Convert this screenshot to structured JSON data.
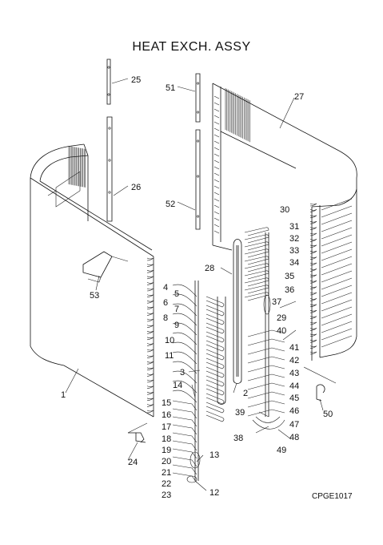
{
  "diagram": {
    "title": "HEAT EXCH. ASSY",
    "code": "CPGE1017",
    "callouts": [
      "1",
      "2",
      "3",
      "4",
      "5",
      "6",
      "7",
      "8",
      "9",
      "10",
      "11",
      "12",
      "13",
      "14",
      "15",
      "16",
      "17",
      "18",
      "19",
      "20",
      "21",
      "22",
      "23",
      "24",
      "25",
      "26",
      "27",
      "28",
      "29",
      "30",
      "31",
      "32",
      "33",
      "34",
      "35",
      "36",
      "37",
      "38",
      "39",
      "40",
      "41",
      "42",
      "43",
      "44",
      "45",
      "46",
      "47",
      "48",
      "49",
      "50",
      "51",
      "52",
      "53"
    ]
  }
}
